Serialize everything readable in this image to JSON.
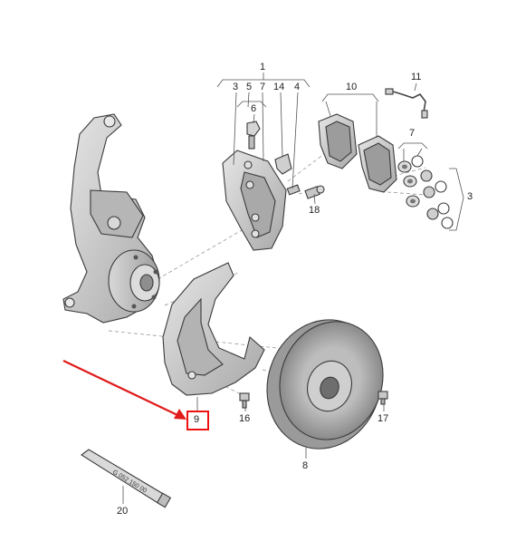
{
  "colors": {
    "highlight": "#e11b1b",
    "part_fill": "#c9c9c9",
    "part_dark": "#8f8f8f",
    "line": "#555555"
  },
  "labels": {
    "l1": "1",
    "l3a": "3",
    "l5": "5",
    "l7a": "7",
    "l14": "14",
    "l4": "4",
    "l6": "6",
    "l10": "10",
    "l11": "11",
    "l7b": "7",
    "l3b": "3",
    "l18": "18",
    "l9": "9",
    "l16": "16",
    "l17": "17",
    "l8": "8",
    "l20": "20"
  },
  "tube_text": "G 052 150 00",
  "highlighted_part": "9"
}
